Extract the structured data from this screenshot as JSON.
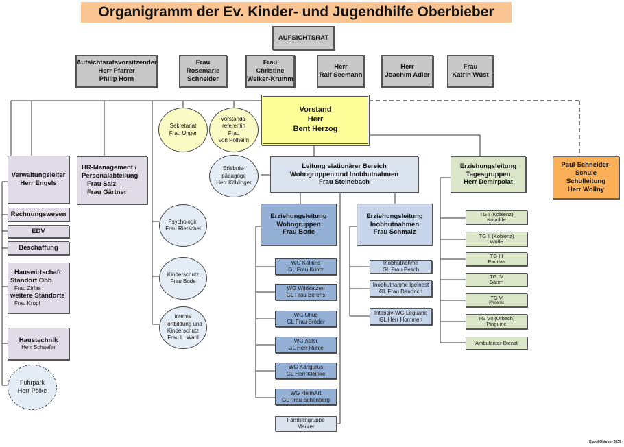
{
  "title": "Organigramm der Ev. Kinder- und Jugendhilfe Oberbieber",
  "board": {
    "label": "AUFSICHTSRAT",
    "members": [
      {
        "lines": [
          "Aufsichtsratsvorsitzender",
          "Herr Pfarrer",
          "Philip Horn"
        ]
      },
      {
        "lines": [
          "Frau",
          "Rosemarie",
          "Schneider"
        ]
      },
      {
        "lines": [
          "Frau",
          "Christine",
          "Welker-Krumm"
        ]
      },
      {
        "lines": [
          "Herr",
          "Ralf Seemann"
        ]
      },
      {
        "lines": [
          "Herr",
          "Joachim Adler"
        ]
      },
      {
        "lines": [
          "Frau",
          "Katrin Wüst"
        ]
      }
    ]
  },
  "executive": {
    "lines": [
      "Vorstand",
      "Herr",
      "Bent Herzog"
    ]
  },
  "staff_units": {
    "sekretariat": {
      "lines": [
        "Sekretariat",
        "Frau Unger"
      ]
    },
    "referentin": {
      "lines": [
        "Vorstands-",
        "referentin",
        "Frau",
        "von Polheim"
      ]
    },
    "erlebnis": {
      "lines": [
        "Erlebnis-",
        "pädagoge",
        "Herr Köhlinger"
      ]
    },
    "psychologin": {
      "lines": [
        "Psychologin",
        "Frau Rietschel"
      ]
    },
    "kinderschutz": {
      "lines": [
        "Kinderschutz",
        "Frau Bode"
      ]
    },
    "fortbildung": {
      "lines": [
        "interne",
        "Fortbildung und",
        "Kinderschutz",
        "Frau L. Wahl"
      ]
    }
  },
  "administration": {
    "head": {
      "lines": [
        "Verwaltungsleiter",
        "Herr Engels"
      ]
    },
    "units": [
      "Rechnungswesen",
      "EDV",
      "Beschaffung"
    ],
    "hauswirtschaft": {
      "lines": [
        "Hauswirtschaft",
        "Standort Obb.",
        "Frau Zirfas",
        "weitere Standorte",
        "Frau Kropf"
      ]
    },
    "haustechnik": {
      "lines": [
        "Haustechnik",
        "Herr Schaefer"
      ]
    },
    "fuhrpark": {
      "lines": [
        "Fuhrpark",
        "Herr Pölke"
      ]
    }
  },
  "hr": {
    "lines": [
      "HR-Management /",
      "Personalabteilung",
      "Frau Salz",
      "Frau Gärtner"
    ]
  },
  "stationaer": {
    "head": {
      "lines": [
        "Leitung stationärer Bereich",
        "Wohngruppen und Inobhutnahmen",
        "Frau Steinebach"
      ]
    },
    "wohngruppen": {
      "head": {
        "lines": [
          "Erziehungsleitung",
          "Wohngruppen",
          "Frau Bode"
        ]
      },
      "groups": [
        {
          "lines": [
            "WG Kolibris",
            "GL Frau Kuntz"
          ]
        },
        {
          "lines": [
            "WG Wildkatzen",
            "GL Frau Berens"
          ]
        },
        {
          "lines": [
            "WG Uhus",
            "GL Frau Bröder"
          ]
        },
        {
          "lines": [
            "WG Adler",
            "GL Herr Rühle"
          ]
        },
        {
          "lines": [
            "WG Kängurus",
            "GL Herr Kleinke"
          ]
        },
        {
          "lines": [
            "WG HeimArt",
            "GL Frau Schönberg"
          ]
        }
      ],
      "family": {
        "lines": [
          "Familiengruppe",
          "Meurer"
        ]
      }
    },
    "inobhut": {
      "head": {
        "lines": [
          "Erziehungsleitung",
          "Inobhutnahmen",
          "Frau Schmalz"
        ]
      },
      "groups": [
        {
          "lines": [
            "Inobhutnahme",
            "GL Frau Pesch"
          ]
        },
        {
          "lines": [
            "Inobhutnahme Igelnest",
            "GL Frau Daudrich"
          ]
        },
        {
          "lines": [
            "Intensiv-WG Leguane",
            "GL Herr Hommen"
          ]
        }
      ]
    }
  },
  "tagesgruppen": {
    "head": {
      "lines": [
        "Erziehungsleitung",
        "Tagesgruppen",
        "Herr Demirpolat"
      ]
    },
    "groups": [
      {
        "lines": [
          "TG I (Koblenz)",
          "Kobolde"
        ]
      },
      {
        "lines": [
          "TG II (Koblenz)",
          "Wölfe"
        ]
      },
      {
        "lines": [
          "TG III",
          "Pandas"
        ]
      },
      {
        "lines": [
          "TG IV",
          "Bären"
        ]
      },
      {
        "lines": [
          "TG V",
          "Phoenix"
        ]
      },
      {
        "lines": [
          "TG VII (Urbach)",
          "Pinguine"
        ]
      },
      {
        "lines": [
          "Ambulanter Dienst"
        ]
      }
    ]
  },
  "school": {
    "lines": [
      "Paul-Schneider-",
      "Schule",
      "Schulleitung",
      "Herr Wollny"
    ]
  },
  "footer": "Stand Oktober 2025",
  "colors": {
    "title_bg": "#fbc593",
    "board": "#c8c8c8",
    "executive": "#ffff99",
    "admin": "#e0dbe6",
    "stationaer": "#dbe3ef",
    "wohngruppen": "#95b0d5",
    "tagesgruppen": "#dbe5c7",
    "school": "#fbb058"
  }
}
